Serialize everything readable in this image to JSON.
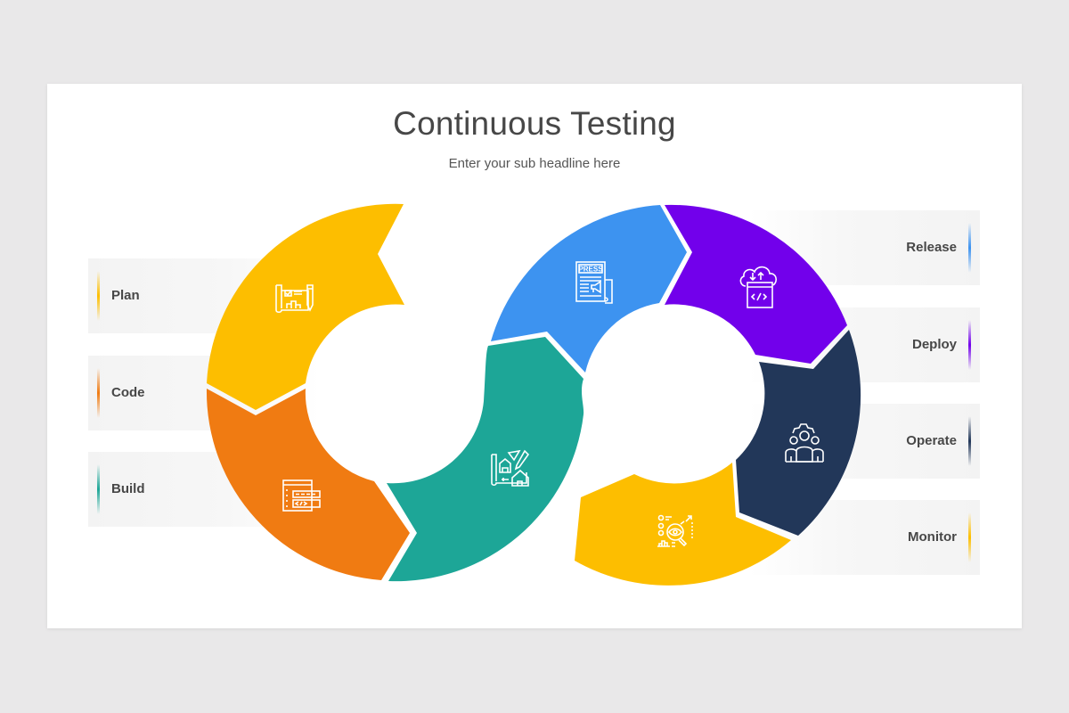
{
  "header": {
    "title": "Continuous Testing",
    "subtitle": "Enter your sub headline here"
  },
  "stages": [
    {
      "id": "plan",
      "label": "Plan",
      "color": "#FDBE00",
      "icon": "blueprint-icon",
      "side": "left"
    },
    {
      "id": "code",
      "label": "Code",
      "color": "#F07B12",
      "icon": "code-window-icon",
      "side": "left"
    },
    {
      "id": "build",
      "label": "Build",
      "color": "#1DA697",
      "icon": "house-plan-icon",
      "side": "left"
    },
    {
      "id": "release",
      "label": "Release",
      "color": "#3D93F0",
      "icon": "press-release-icon",
      "side": "right"
    },
    {
      "id": "deploy",
      "label": "Deploy",
      "color": "#7200EB",
      "icon": "cloud-deploy-icon",
      "side": "right"
    },
    {
      "id": "operate",
      "label": "Operate",
      "color": "#223759",
      "icon": "team-gear-icon",
      "side": "right"
    },
    {
      "id": "monitor",
      "label": "Monitor",
      "color": "#FDBE00",
      "icon": "monitoring-eye-icon",
      "side": "right"
    }
  ],
  "colors": {
    "background": "#e9e8e9",
    "slide": "#ffffff",
    "title_text": "#474747"
  }
}
